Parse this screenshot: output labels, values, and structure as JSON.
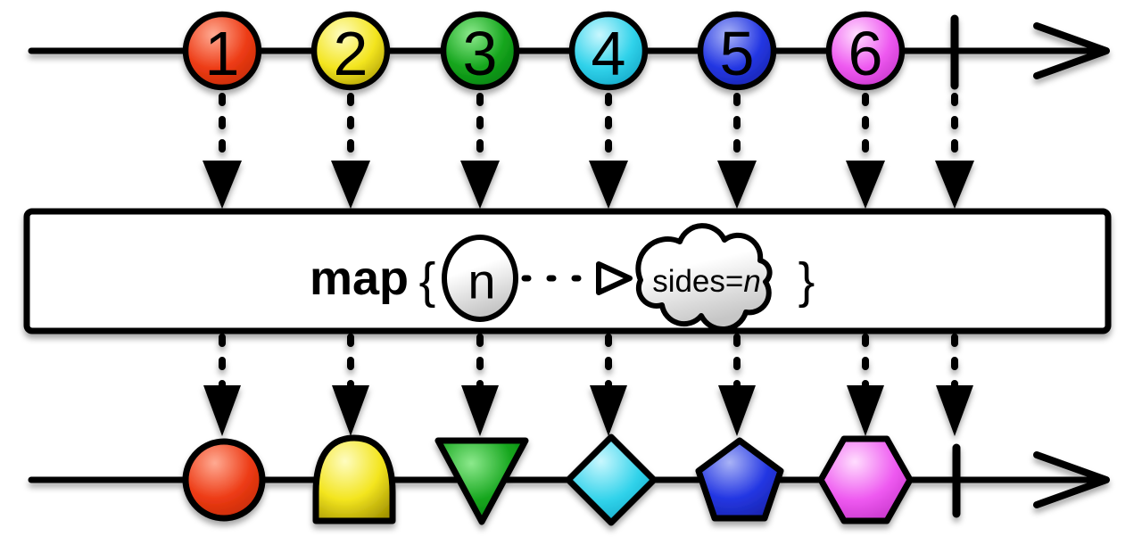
{
  "operator_box": {
    "name": "map",
    "open_brace": "{",
    "close_brace": "}",
    "lambda": {
      "input_var": "n",
      "result_prefix": "sides=",
      "result_var": "n"
    }
  },
  "palette": [
    {
      "name": "red",
      "light": "#ffaa92",
      "main": "#ed3b15",
      "dark": "#bd2700"
    },
    {
      "name": "yellow",
      "light": "#fefcc0",
      "main": "#f3e51f",
      "dark": "#a39300"
    },
    {
      "name": "green",
      "light": "#8ce98c",
      "main": "#14a51c",
      "dark": "#087a10"
    },
    {
      "name": "cyan",
      "light": "#c9f7fe",
      "main": "#30d2ea",
      "dark": "#0f9fc0"
    },
    {
      "name": "blue",
      "light": "#a9b3f6",
      "main": "#2437e3",
      "dark": "#1620a5"
    },
    {
      "name": "magenta",
      "light": "#ffddfe",
      "main": "#ee59f0",
      "dark": "#c02fc4"
    }
  ],
  "neutral": {
    "light": "#ffffff",
    "dark": "#c6c6c6"
  },
  "input_stream": {
    "marbles": [
      {
        "label": "1",
        "color": "red"
      },
      {
        "label": "2",
        "color": "yellow"
      },
      {
        "label": "3",
        "color": "green"
      },
      {
        "label": "4",
        "color": "cyan"
      },
      {
        "label": "5",
        "color": "blue"
      },
      {
        "label": "6",
        "color": "magenta"
      }
    ],
    "completed": true
  },
  "output_stream": {
    "shapes": [
      {
        "shape": "circle",
        "sides": 1,
        "color": "red"
      },
      {
        "shape": "arch",
        "sides": 2,
        "color": "yellow"
      },
      {
        "shape": "triangle",
        "sides": 3,
        "color": "green"
      },
      {
        "shape": "diamond",
        "sides": 4,
        "color": "cyan"
      },
      {
        "shape": "pentagon",
        "sides": 5,
        "color": "blue"
      },
      {
        "shape": "hexagon",
        "sides": 6,
        "color": "magenta"
      }
    ],
    "completed": true
  }
}
